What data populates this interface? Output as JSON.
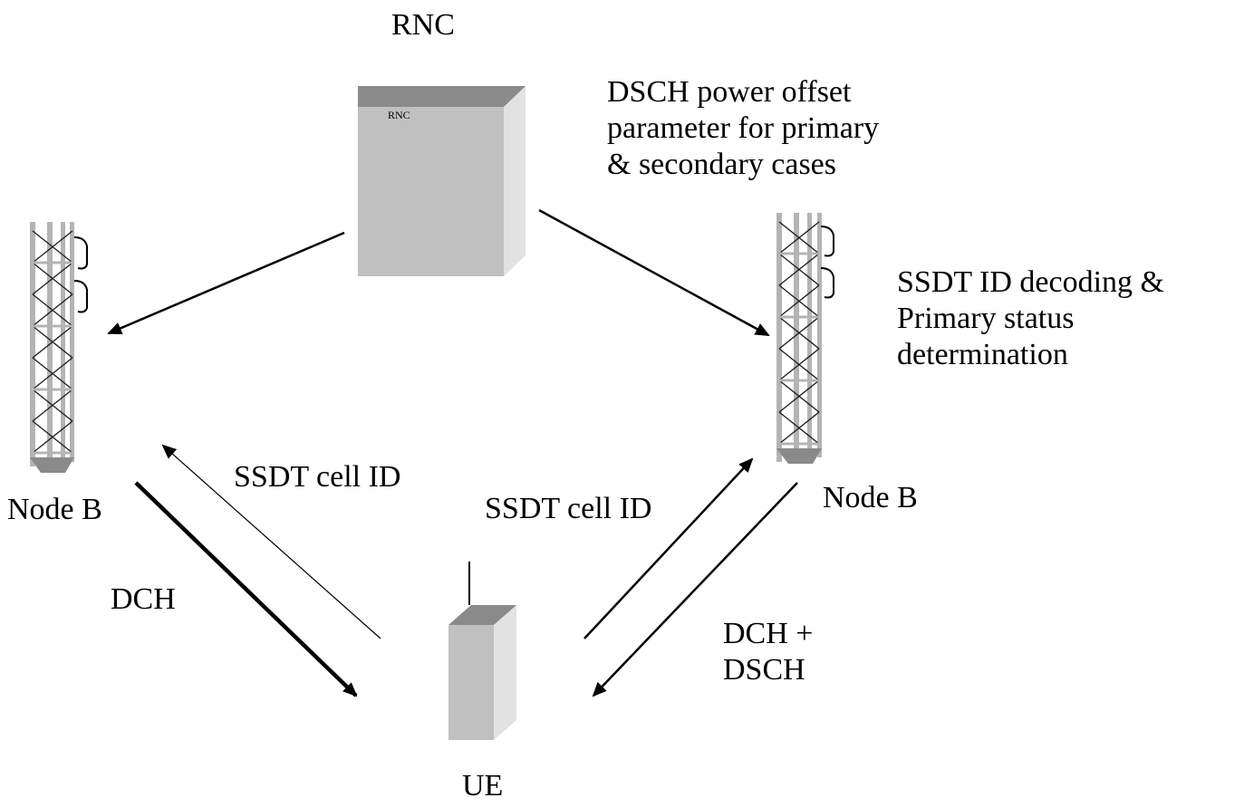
{
  "labels": {
    "rnc_title": "RNC",
    "rnc_box": "RNC",
    "dsch_note": "DSCH power offset\nparameter for primary\n& secondary cases",
    "ssdt_note": "SSDT ID decoding &\nPrimary status\ndetermination",
    "node_b_left": "Node B",
    "node_b_right": "Node B",
    "ssdt_cell_id_left": "SSDT cell ID",
    "ssdt_cell_id_right": "SSDT cell ID",
    "dch": "DCH",
    "dch_dsch": "DCH +\nDSCH",
    "ue": "UE"
  },
  "colors": {
    "box_front": "#c0c0c0",
    "box_side": "#e2e2e2",
    "box_top": "#8a8a8a",
    "tower_gray": "#b4b4b4",
    "line": "#000000"
  },
  "icons": {
    "rnc": "server-cabinet-icon",
    "node_b": "antenna-tower-icon",
    "ue": "mobile-terminal-icon"
  }
}
